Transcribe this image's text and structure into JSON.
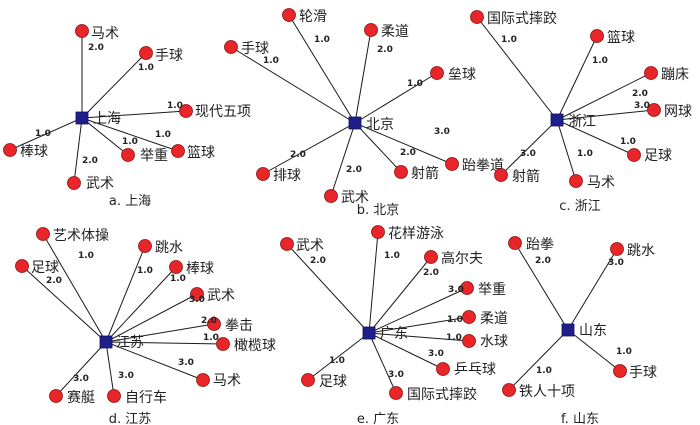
{
  "panels": [
    {
      "caption": "a. 上海",
      "hub": "上海",
      "leaves": [
        {
          "label": "马术",
          "weight": "2.0"
        },
        {
          "label": "手球",
          "weight": "1.0"
        },
        {
          "label": "现代五项",
          "weight": "1.0"
        },
        {
          "label": "篮球",
          "weight": "1.0"
        },
        {
          "label": "举重",
          "weight": "1.0"
        },
        {
          "label": "武术",
          "weight": "2.0"
        },
        {
          "label": "棒球",
          "weight": "1.0"
        }
      ]
    },
    {
      "caption": "b. 北京",
      "hub": "北京",
      "leaves": [
        {
          "label": "轮滑",
          "weight": "1.0"
        },
        {
          "label": "柔道",
          "weight": "2.0"
        },
        {
          "label": "手球",
          "weight": "1.0"
        },
        {
          "label": "垒球",
          "weight": "1.0"
        },
        {
          "label": "跆拳道",
          "weight": "3.0"
        },
        {
          "label": "射箭",
          "weight": "2.0"
        },
        {
          "label": "武术",
          "weight": "2.0"
        },
        {
          "label": "排球",
          "weight": "2.0"
        }
      ]
    },
    {
      "caption": "c. 浙江",
      "hub": "浙江",
      "leaves": [
        {
          "label": "国际式摔跤",
          "weight": "1.0"
        },
        {
          "label": "篮球",
          "weight": "1.0"
        },
        {
          "label": "蹦床",
          "weight": "2.0"
        },
        {
          "label": "网球",
          "weight": "3.0"
        },
        {
          "label": "足球",
          "weight": "1.0"
        },
        {
          "label": "马术",
          "weight": "1.0"
        },
        {
          "label": "射箭",
          "weight": "3.0"
        }
      ]
    },
    {
      "caption": "d. 江苏",
      "hub": "江苏",
      "leaves": [
        {
          "label": "艺术体操",
          "weight": "1.0"
        },
        {
          "label": "跳水",
          "weight": "1.0"
        },
        {
          "label": "足球",
          "weight": "2.0"
        },
        {
          "label": "棒球",
          "weight": "1.0"
        },
        {
          "label": "武术",
          "weight": "3.0"
        },
        {
          "label": "拳击",
          "weight": "2.0"
        },
        {
          "label": "橄榄球",
          "weight": "1.0"
        },
        {
          "label": "马术",
          "weight": "3.0"
        },
        {
          "label": "自行车",
          "weight": "3.0"
        },
        {
          "label": "赛艇",
          "weight": "3.0"
        }
      ]
    },
    {
      "caption": "e. 广东",
      "hub": "广东",
      "leaves": [
        {
          "label": "武术",
          "weight": "2.0"
        },
        {
          "label": "花样游泳",
          "weight": "1.0"
        },
        {
          "label": "高尔夫",
          "weight": "2.0"
        },
        {
          "label": "举重",
          "weight": "3.0"
        },
        {
          "label": "柔道",
          "weight": "1.0"
        },
        {
          "label": "水球",
          "weight": "1.0"
        },
        {
          "label": "乒乓球",
          "weight": "3.0"
        },
        {
          "label": "国际式摔跤",
          "weight": "3.0"
        },
        {
          "label": "足球",
          "weight": "1.0"
        }
      ]
    },
    {
      "caption": "f. 山东",
      "hub": "山东",
      "leaves": [
        {
          "label": "跆拳",
          "weight": "2.0"
        },
        {
          "label": "跳水",
          "weight": "3.0"
        },
        {
          "label": "手球",
          "weight": "1.0"
        },
        {
          "label": "铁人十项",
          "weight": "1.0"
        }
      ]
    }
  ],
  "colors": {
    "hub": "#1f1f8c",
    "leaf": "#e8262a",
    "edge": "#1a1a1a"
  }
}
